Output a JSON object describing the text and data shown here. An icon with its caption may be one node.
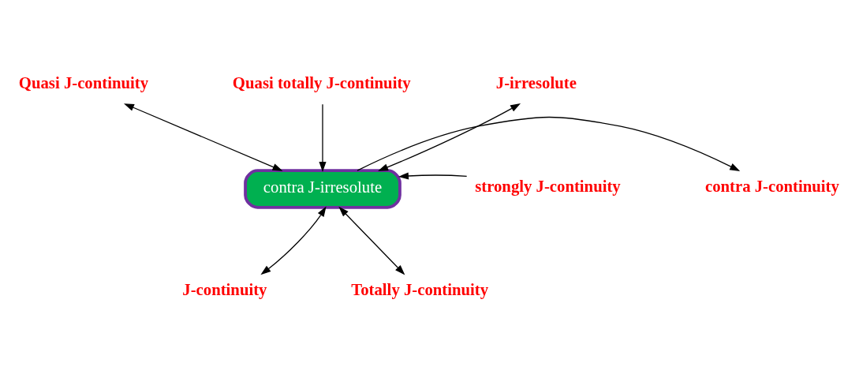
{
  "diagram": {
    "nodes": [
      {
        "text": [
          "contra J-irresolute"
        ]
      },
      {
        "text": [
          "Quasi J-continuity"
        ]
      },
      {
        "text": [
          "Quasi totally J-continuity"
        ]
      },
      {
        "text": [
          "J-irresolute"
        ]
      },
      {
        "text": [
          "contra J-continuity"
        ]
      },
      {
        "text": [
          "strongly J-continuity"
        ]
      },
      {
        "text": [
          "J-continuity"
        ]
      },
      {
        "text": [
          "Totally J-continuity"
        ]
      }
    ],
    "edges": [
      {
        "from": 1,
        "to": 0,
        "arrow": "both"
      },
      {
        "from": 2,
        "to": 0,
        "arrow": "to"
      },
      {
        "from": 0,
        "to": 3,
        "arrow": "both"
      },
      {
        "from": 0,
        "to": 4,
        "arrow": "to"
      },
      {
        "from": 5,
        "to": 0,
        "arrow": "to"
      },
      {
        "from": 6,
        "to": 0,
        "arrow": "both"
      },
      {
        "from": 0,
        "to": 7,
        "arrow": "both"
      }
    ]
  }
}
